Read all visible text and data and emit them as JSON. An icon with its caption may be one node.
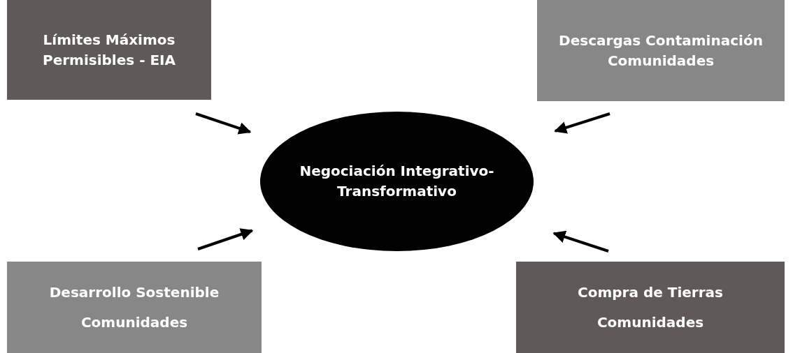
{
  "diagram": {
    "nodes": [
      {
        "text": [
          "Límites Máximos Permisibles - EIA"
        ]
      },
      {
        "text": [
          "Descargas Contaminación Comunidades"
        ]
      },
      {
        "text": [
          "Negociación Integrativo-Transformativo"
        ]
      },
      {
        "text": [
          "Desarrollo Sostenible",
          "Comunidades"
        ]
      },
      {
        "text": [
          "Compra de Tierras",
          "Comunidades"
        ]
      }
    ],
    "edges": [
      {
        "from": 0,
        "to": 2,
        "arrow": "to"
      },
      {
        "from": 1,
        "to": 2,
        "arrow": "to"
      },
      {
        "from": 3,
        "to": 2,
        "arrow": "to"
      },
      {
        "from": 4,
        "to": 2,
        "arrow": "to"
      }
    ]
  }
}
